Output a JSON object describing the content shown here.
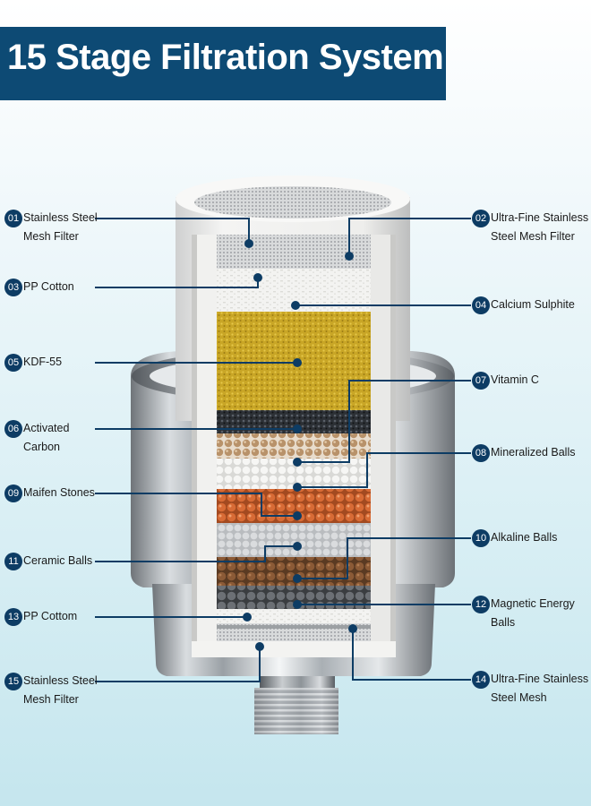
{
  "title": "15 Stage Filtration System",
  "stages": [
    {
      "num": "01",
      "lines": [
        "Stainless Steel",
        "Mesh Filter"
      ]
    },
    {
      "num": "02",
      "lines": [
        "Ultra-Fine Stainless",
        "Steel Mesh Filter"
      ]
    },
    {
      "num": "03",
      "lines": [
        "PP Cotton"
      ]
    },
    {
      "num": "04",
      "lines": [
        "Calcium Sulphite"
      ]
    },
    {
      "num": "05",
      "lines": [
        "KDF-55"
      ]
    },
    {
      "num": "06",
      "lines": [
        "Activated",
        "Carbon"
      ]
    },
    {
      "num": "07",
      "lines": [
        "Vitamin C"
      ]
    },
    {
      "num": "08",
      "lines": [
        "Mineralized Balls"
      ]
    },
    {
      "num": "09",
      "lines": [
        "Maifen Stones"
      ]
    },
    {
      "num": "10",
      "lines": [
        "Alkaline Balls"
      ]
    },
    {
      "num": "11",
      "lines": [
        "Ceramic Balls"
      ]
    },
    {
      "num": "12",
      "lines": [
        "Magnetic Energy",
        "Balls"
      ]
    },
    {
      "num": "13",
      "lines": [
        "PP Cottom"
      ]
    },
    {
      "num": "14",
      "lines": [
        "Ultra-Fine Stainless",
        "Steel Mesh"
      ]
    },
    {
      "num": "15",
      "lines": [
        "Stainless Steel",
        "Mesh Filter"
      ]
    }
  ],
  "colors": {
    "brand": "#0d4a74",
    "badge": "#0d3c64",
    "leader": "#0d3c64"
  }
}
